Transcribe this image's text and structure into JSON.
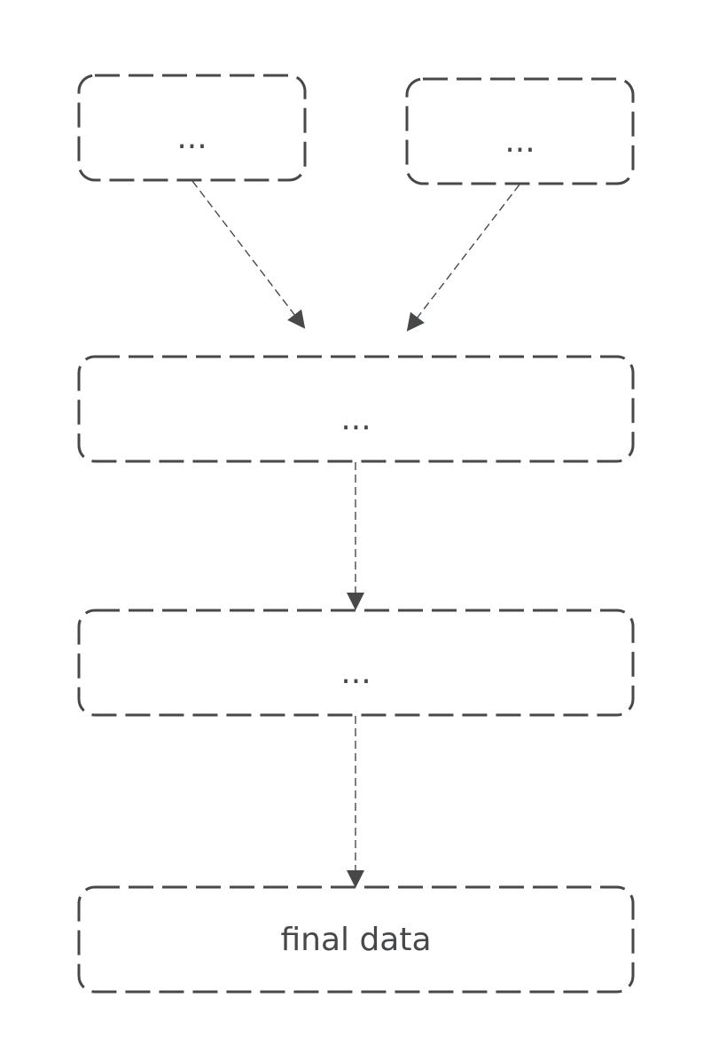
{
  "colors": {
    "stroke": "#464849",
    "text": "#474849"
  },
  "nodes": {
    "top_left": {
      "label": "..."
    },
    "top_right": {
      "label": "..."
    },
    "middle": {
      "label": "..."
    },
    "second": {
      "label": "..."
    },
    "final": {
      "label": "final data"
    }
  },
  "arrows": [
    {
      "from": "top_left",
      "to": "middle"
    },
    {
      "from": "top_right",
      "to": "middle"
    },
    {
      "from": "middle",
      "to": "second"
    },
    {
      "from": "second",
      "to": "final"
    }
  ]
}
